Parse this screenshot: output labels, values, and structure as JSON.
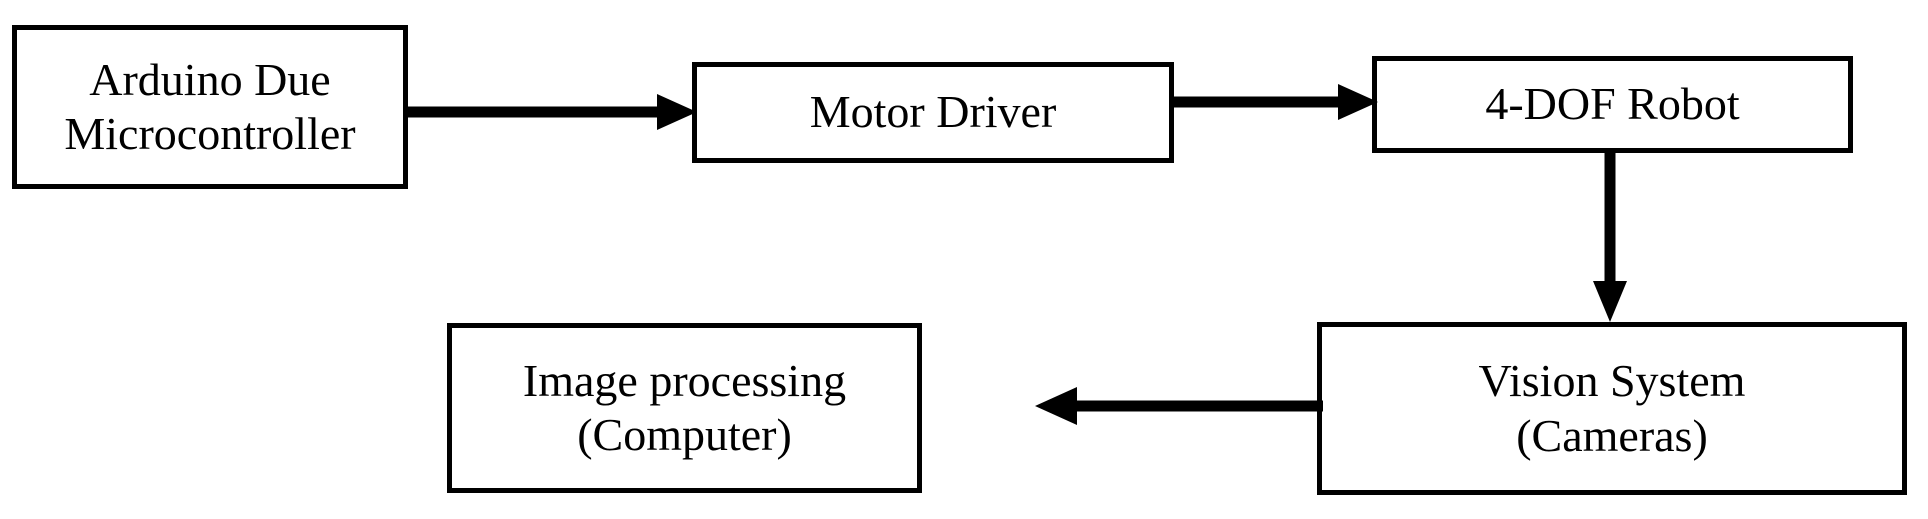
{
  "diagram": {
    "title": "System architecture block diagram",
    "background_color": "#ffffff",
    "stroke_color": "#000000",
    "text_color": "#000000",
    "nodes": [
      {
        "id": "arduino",
        "line1": "Arduino Due",
        "line2": "Microcontroller",
        "shape": "rectangle"
      },
      {
        "id": "motor_driver",
        "line1": "Motor Driver",
        "line2": "",
        "shape": "rectangle"
      },
      {
        "id": "robot",
        "line1": "4-DOF Robot",
        "line2": "",
        "shape": "rectangle"
      },
      {
        "id": "image_processing",
        "line1": "Image processing",
        "line2": "(Computer)",
        "shape": "rectangle"
      },
      {
        "id": "vision",
        "line1": "Vision System",
        "line2": "(Cameras)",
        "shape": "rectangle"
      }
    ],
    "connectors": [
      {
        "id": "arduino_to_motor",
        "from": "arduino",
        "to": "motor_driver",
        "direction": "right",
        "label": "",
        "style": "solid-arrow"
      },
      {
        "id": "motor_to_robot",
        "from": "motor_driver",
        "to": "robot",
        "direction": "right",
        "label": "",
        "style": "solid-arrow"
      },
      {
        "id": "robot_to_vision",
        "from": "robot",
        "to": "vision",
        "direction": "down",
        "label": "",
        "style": "solid-arrow"
      },
      {
        "id": "vision_to_image_processing",
        "from": "vision",
        "to": "image_processing",
        "direction": "left",
        "label": "",
        "style": "solid-arrow"
      }
    ]
  }
}
